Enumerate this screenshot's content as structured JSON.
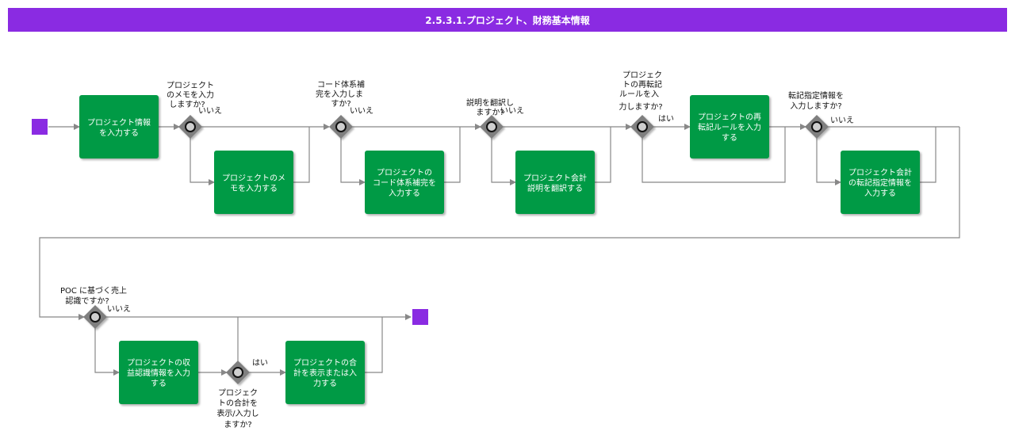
{
  "title": "2.5.3.1.プロジェクト、財務基本情報",
  "colors": {
    "title_bar": "#8a2be2",
    "task": "#009a44",
    "event": "#8a2be2",
    "gateway": "#7f7f7f",
    "edge": "#888888"
  },
  "tasks": {
    "t1": [
      "プロジェクト情報",
      "を入力する"
    ],
    "t2": [
      "プロジェクトのメ",
      "モを入力する"
    ],
    "t3": [
      "プロジェクトの",
      "コード体系補完を",
      "入力する"
    ],
    "t4": [
      "プロジェクト会計",
      "説明を翻訳する"
    ],
    "t5": [
      "プロジェクトの再",
      "転記ルールを入力",
      "する"
    ],
    "t6": [
      "プロジェクト会計",
      "の転記指定情報を",
      "入力する"
    ],
    "t7": [
      "プロジェクトの収",
      "益認識情報を入力",
      "する"
    ],
    "t8": [
      "プロジェクトの合",
      "計を表示または入",
      "力する"
    ]
  },
  "gateways": {
    "g1": [
      "プロジェクト",
      "のメモを入力",
      "しますか?"
    ],
    "g2": [
      "コード体系補",
      "完を入力しま",
      "すか?"
    ],
    "g3": [
      "説明を翻訳し",
      "ますか?"
    ],
    "g4": [
      "プロジェク",
      "トの再転記",
      "ルールを入",
      "力しますか?"
    ],
    "g5": [
      "転記指定情報を",
      "入力しますか?"
    ],
    "g6": [
      "POC に基づく売上",
      "認識ですか?"
    ],
    "g7": [
      "プロジェク",
      "トの合計を",
      "表示/入力し",
      "ますか?"
    ]
  },
  "edge_labels": {
    "iie": "いいえ",
    "hai": "はい"
  }
}
